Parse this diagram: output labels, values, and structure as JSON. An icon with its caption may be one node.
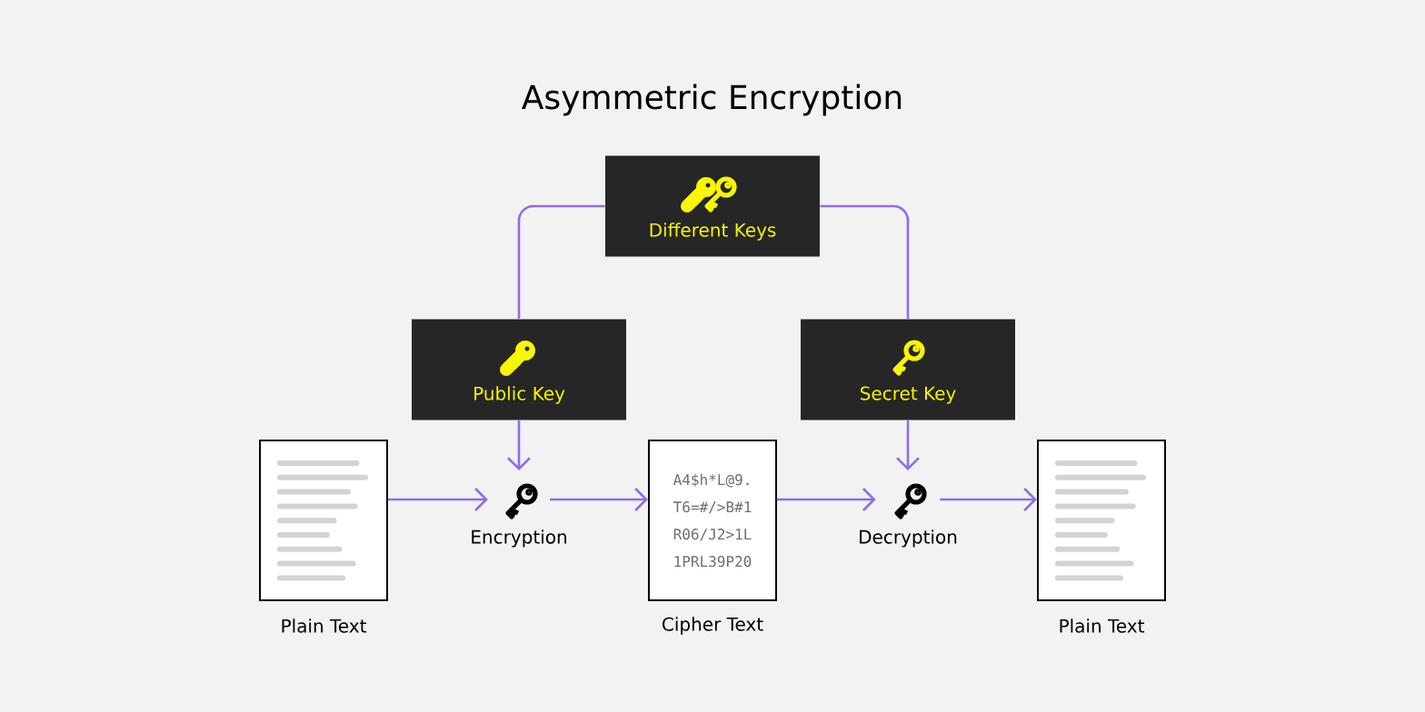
{
  "diagram": {
    "title": "Asymmetric Encryption",
    "nodes": [
      {
        "text": [
          "Different Keys"
        ]
      },
      {
        "text": [
          "Public Key"
        ]
      },
      {
        "text": [
          "Secret Key"
        ]
      },
      {
        "text": [],
        "shape": "box",
        "beside": [
          "Plain Text"
        ]
      },
      {
        "text": [
          "Encryption"
        ]
      },
      {
        "text": [
          "A4$h*L@9.",
          "T6=#/>B#1",
          "R06/J2>1L",
          "1PRL39P20"
        ],
        "beside": [
          "Cipher Text"
        ]
      },
      {
        "text": [
          "Decryption"
        ]
      },
      {
        "text": [],
        "shape": "box",
        "beside": [
          "Plain Text"
        ]
      }
    ],
    "edges": [
      {
        "from": 0,
        "to": 1,
        "arrow": "none"
      },
      {
        "from": 0,
        "to": 2,
        "arrow": "none"
      },
      {
        "from": 1,
        "to": 4,
        "arrow": "to"
      },
      {
        "from": 2,
        "to": 6,
        "arrow": "to"
      },
      {
        "from": 3,
        "to": 4,
        "arrow": "to"
      },
      {
        "from": 4,
        "to": 5,
        "arrow": "to"
      },
      {
        "from": 5,
        "to": 6,
        "arrow": "to"
      },
      {
        "from": 6,
        "to": 7,
        "arrow": "to"
      }
    ]
  }
}
